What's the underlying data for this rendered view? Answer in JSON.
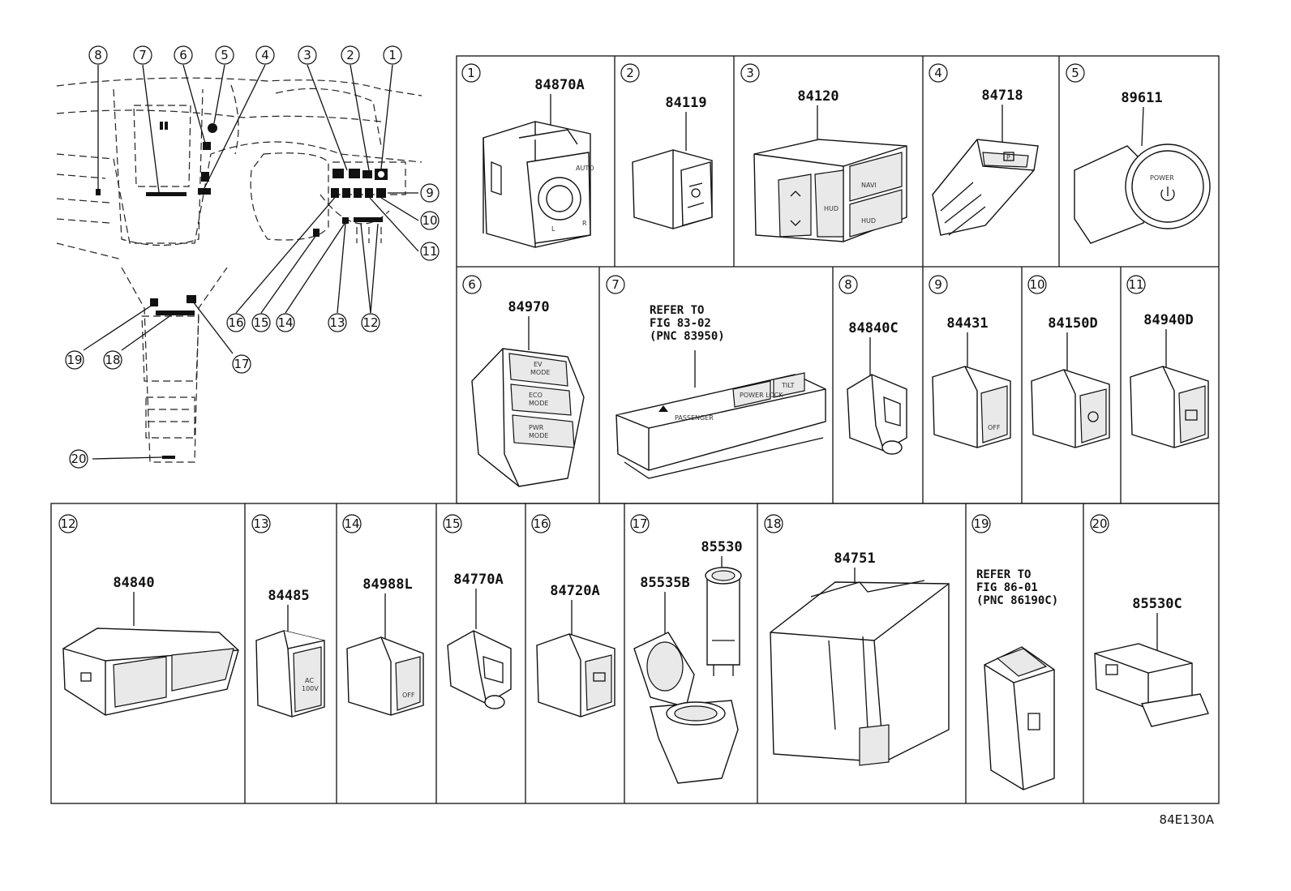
{
  "diagram_code": "84E130A",
  "dashboard_callouts": [
    "1",
    "2",
    "3",
    "4",
    "5",
    "6",
    "7",
    "8",
    "9",
    "10",
    "11",
    "12",
    "13",
    "14",
    "15",
    "16",
    "17",
    "18",
    "19",
    "20"
  ],
  "cells": [
    {
      "num": "1",
      "part": "84870A"
    },
    {
      "num": "2",
      "part": "84119"
    },
    {
      "num": "3",
      "part": "84120"
    },
    {
      "num": "4",
      "part": "84718"
    },
    {
      "num": "5",
      "part": "89611"
    },
    {
      "num": "6",
      "part": "84970"
    },
    {
      "num": "7",
      "part": "",
      "refer": [
        "REFER TO",
        "FIG 83-02",
        "(PNC 83950)"
      ]
    },
    {
      "num": "8",
      "part": "84840C"
    },
    {
      "num": "9",
      "part": "84431"
    },
    {
      "num": "10",
      "part": "84150D"
    },
    {
      "num": "11",
      "part": "84940D"
    },
    {
      "num": "12",
      "part": "84840"
    },
    {
      "num": "13",
      "part": "84485"
    },
    {
      "num": "14",
      "part": "84988L"
    },
    {
      "num": "15",
      "part": "84770A"
    },
    {
      "num": "16",
      "part": "84720A"
    },
    {
      "num": "17",
      "part": "85535B",
      "part2": "85530"
    },
    {
      "num": "18",
      "part": "84751"
    },
    {
      "num": "19",
      "part": "",
      "refer": [
        "REFER TO",
        "FIG 86-01",
        "(PNC 86190C)"
      ]
    },
    {
      "num": "20",
      "part": "85530C"
    }
  ],
  "switch_text": {
    "power": "POWER",
    "navi": "NAVI",
    "hud": "HUD",
    "hud_small": "HUD",
    "ev": "EV",
    "ev_mode": "MODE",
    "eco": "ECO",
    "eco_mode": "MODE",
    "pwr": "PWR",
    "pwr_mode": "MODE",
    "passenger": "PASSENGER",
    "power_lock": "POWER LOCK",
    "tilt": "TILT",
    "ac": "AC",
    "ac_volt": "100V",
    "off": "OFF",
    "p_label": "P",
    "l_label": "L",
    "r_label": "R",
    "auto": "AUTO"
  }
}
